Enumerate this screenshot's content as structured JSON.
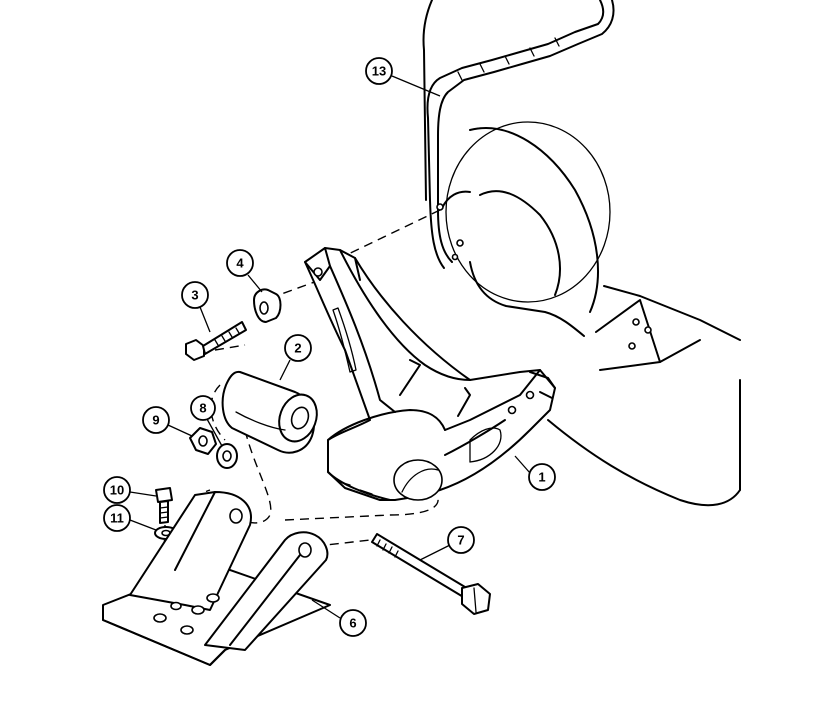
{
  "diagram": {
    "callouts": [
      {
        "id": "callout-1",
        "label": "1"
      },
      {
        "id": "callout-2",
        "label": "2"
      },
      {
        "id": "callout-3",
        "label": "3"
      },
      {
        "id": "callout-4",
        "label": "4"
      },
      {
        "id": "callout-6",
        "label": "6"
      },
      {
        "id": "callout-7",
        "label": "7"
      },
      {
        "id": "callout-8",
        "label": "8"
      },
      {
        "id": "callout-9",
        "label": "9"
      },
      {
        "id": "callout-10",
        "label": "10"
      },
      {
        "id": "callout-11",
        "label": "11"
      },
      {
        "id": "callout-13",
        "label": "13"
      }
    ]
  }
}
